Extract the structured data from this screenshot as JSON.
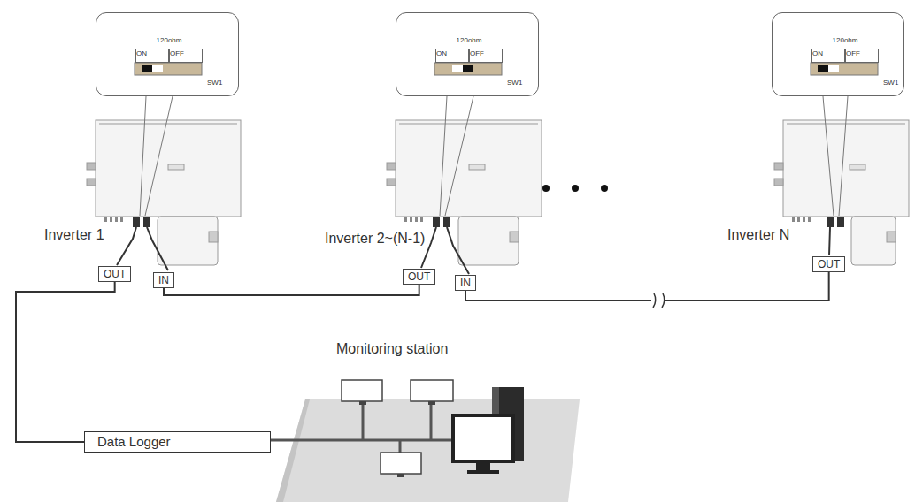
{
  "diagram": {
    "nodes": [
      {
        "text": [
          "120ohm",
          "SW1"
        ]
      },
      {
        "text": [
          "ON"
        ],
        "in": 0
      },
      {
        "text": [
          "OFF"
        ],
        "in": 0
      },
      {
        "text": [
          "120ohm",
          "SW1"
        ]
      },
      {
        "text": [
          "ON"
        ],
        "in": 3
      },
      {
        "text": [
          "OFF"
        ],
        "in": 3
      },
      {
        "text": [
          "120ohm",
          "SW1"
        ]
      },
      {
        "text": [
          "ON"
        ],
        "in": 6
      },
      {
        "text": [
          "OFF"
        ],
        "in": 6
      },
      {
        "text": [
          "OUT"
        ]
      },
      {
        "text": [
          "IN"
        ]
      },
      {
        "text": [
          "OUT"
        ]
      },
      {
        "text": [
          "IN"
        ]
      },
      {
        "text": [
          "OUT"
        ]
      },
      {
        "text": [
          "Data Logger"
        ]
      }
    ],
    "edges": [
      {
        "from": 9,
        "to": 14,
        "arrow": "none"
      },
      {
        "from": 10,
        "to": 11,
        "arrow": "none"
      },
      {
        "from": 12,
        "to": 13,
        "arrow": "none"
      }
    ],
    "labels": [
      "Inverter 1",
      "Inverter 2~(N-1)",
      "Inverter N",
      "Monitoring station"
    ]
  }
}
